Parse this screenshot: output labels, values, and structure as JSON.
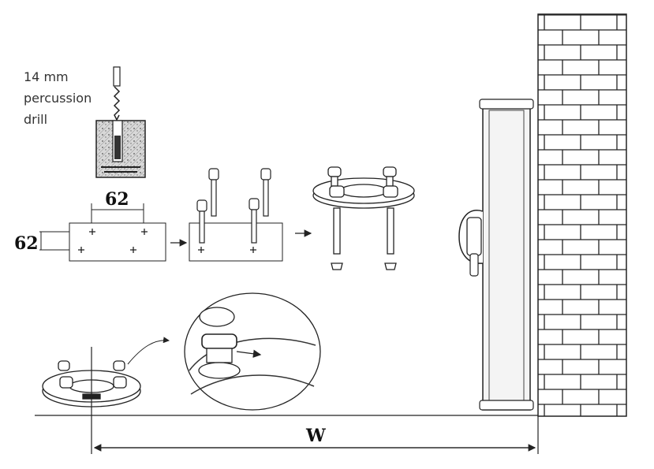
{
  "drill": {
    "label": "14 mm\npercussion\ndrill"
  },
  "dimensions": {
    "hole_spacing_horizontal": "62",
    "hole_spacing_vertical": "62",
    "wall_distance": "W"
  },
  "colors": {
    "line": "#222222",
    "hatch": "#777777",
    "fill": "#ffffff",
    "pole": "#f4f4f4"
  }
}
